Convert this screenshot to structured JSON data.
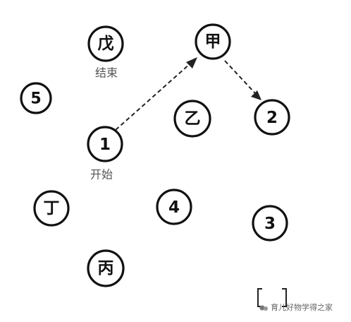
{
  "nodes": {
    "wu": "戊",
    "jia": "甲",
    "five": "5",
    "yi": "乙",
    "two": "2",
    "one": "1",
    "ding": "丁",
    "four": "4",
    "three": "3",
    "bing": "丙"
  },
  "labels": {
    "end": "结束",
    "start": "开始"
  },
  "watermark": {
    "text": "育儿好物学得之家"
  },
  "colors": {
    "stroke": "#111111",
    "arrow": "#222222",
    "label": "#555555"
  }
}
